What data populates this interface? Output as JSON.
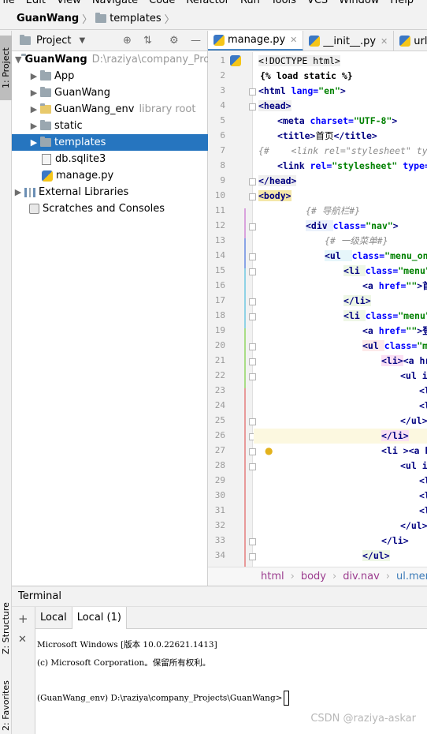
{
  "menu": [
    "File",
    "Edit",
    "View",
    "Navigate",
    "Code",
    "Refactor",
    "Run",
    "Tools",
    "VCS",
    "Window",
    "Help"
  ],
  "breadcrumb": {
    "project": "GuanWang",
    "folder": "templates"
  },
  "left_tool_tabs": {
    "project": "1: Project",
    "structure": "Z: Structure",
    "favorites": "2: Favorites"
  },
  "project_panel": {
    "title": "Project"
  },
  "tree": [
    {
      "label": "GuanWang",
      "extra": "D:\\raziya\\company_Projects\\GuanWang"
    },
    {
      "label": "App"
    },
    {
      "label": "GuanWang"
    },
    {
      "label": "GuanWang_env",
      "extra": "library root"
    },
    {
      "label": "static"
    },
    {
      "label": "templates"
    },
    {
      "label": "db.sqlite3"
    },
    {
      "label": "manage.py"
    },
    {
      "label": "External Libraries"
    },
    {
      "label": "Scratches and Consoles"
    }
  ],
  "editor_tabs": [
    {
      "label": "manage.py"
    },
    {
      "label": "__init__.py"
    },
    {
      "label": "urls.py"
    }
  ],
  "line_numbers": [
    "1",
    "2",
    "3",
    "4",
    "5",
    "6",
    "7",
    "8",
    "9",
    "10",
    "11",
    "12",
    "13",
    "14",
    "15",
    "16",
    "17",
    "18",
    "19",
    "20",
    "21",
    "22",
    "23",
    "24",
    "25",
    "26",
    "27",
    "28",
    "29",
    "30",
    "31",
    "32",
    "33",
    "34"
  ],
  "code": {
    "l1": "<!DOCTYPE html>",
    "l2": "{% load static %}",
    "l3a": "<html ",
    "l3b": "lang=",
    "l3c": "\"en\"",
    "l3d": ">",
    "l4": "<head>",
    "l5a": "<meta ",
    "l5b": "charset=",
    "l5c": "\"UTF-8\"",
    "l5d": ">",
    "l6a": "<title>",
    "l6b": "首页",
    "l6c": "</title>",
    "l7": "{#    <link rel=\"stylesheet\" type=\"t",
    "l8a": "<link ",
    "l8b": "rel=",
    "l8c": "\"stylesheet\" ",
    "l8d": "type=",
    "l9": "</head>",
    "l10": "<body>",
    "l11": "{# 导航栏#}",
    "l12a": "<div ",
    "l12b": "class=",
    "l12c": "\"nav\"",
    "l12d": ">",
    "l13": "{# 一级菜单#}",
    "l14a": "<ul  ",
    "l14b": "class=",
    "l14c": "\"menu_one",
    "l15a": "<li ",
    "l15b": "class=",
    "l15c": "\"menu\"",
    "l16a": "<a ",
    "l16b": "href=",
    "l16c": "\"\"",
    "l16d": ">首",
    "l17": "</li>",
    "l18a": "<li ",
    "l18b": "class=",
    "l18c": "\"menu\"",
    "l19a": "<a ",
    "l19b": "href=",
    "l19c": "\"\"",
    "l19d": ">登",
    "l20a": "<ul ",
    "l20b": "class=",
    "l20c": "\"m",
    "l21a": "<li>",
    "l21b": "<a hr",
    "l22a": "<ul i",
    "l23": "<l",
    "l24": "<l",
    "l25": "</ul>",
    "l26": "</li>",
    "l27a": "<li ",
    "l27b": "><a h",
    "l28": "<ul i",
    "l29": "<l",
    "l30": "<l",
    "l31": "<l",
    "l32": "</ul>",
    "l33": "</li>",
    "l34": "</ul>"
  },
  "editor_breadcrumb": [
    "html",
    "body",
    "div.nav",
    "ul.menu_"
  ],
  "terminal": {
    "title": "Terminal",
    "tabs": [
      "Local",
      "Local (1)"
    ],
    "lines": [
      "Microsoft Windows [版本 10.0.22621.1413]",
      "(c) Microsoft Corporation。保留所有权利。",
      "(GuanWang_env) D:\\raziya\\company_Projects\\GuanWang>"
    ]
  },
  "watermark": "CSDN @raziya-askar"
}
